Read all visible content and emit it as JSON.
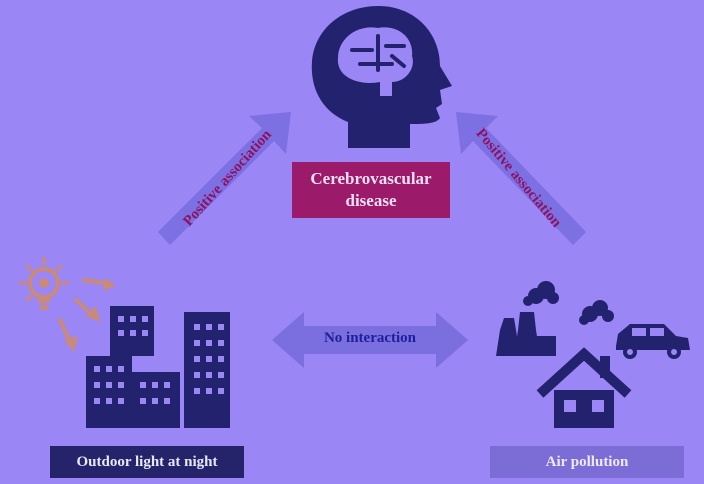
{
  "nodes": {
    "top": "Cerebrovascular disease",
    "left": "Outdoor light at night",
    "right": "Air pollution"
  },
  "edges": {
    "left_to_top": "Positive association",
    "right_to_top": "Positive association",
    "left_right": "No interaction"
  },
  "colors": {
    "background": "#9a86f4",
    "top_box": "#9c1a6a",
    "left_box": "#25246a",
    "right_box": "#7b6cd6",
    "icons": "#23226e",
    "arrow": "#7b6fe0",
    "bulb": "#c98a7a"
  },
  "icons": [
    "head-brain-icon",
    "lightbulb-icon",
    "buildings-icon",
    "power-plant-icon",
    "smoke-icon",
    "car-icon",
    "house-icon"
  ]
}
